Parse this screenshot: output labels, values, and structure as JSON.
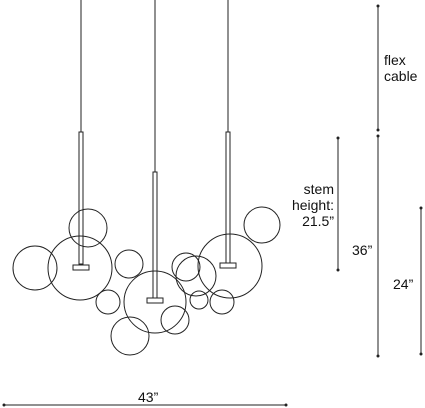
{
  "dimensions": {
    "flex_cable": [
      "flex",
      "cable"
    ],
    "stem_height": [
      "stem",
      "height:",
      "21.5”"
    ],
    "overall_height": "36”",
    "fixture_height": "24”",
    "width": "43”"
  },
  "colors": {
    "line": "#222222",
    "background": "#ffffff"
  }
}
